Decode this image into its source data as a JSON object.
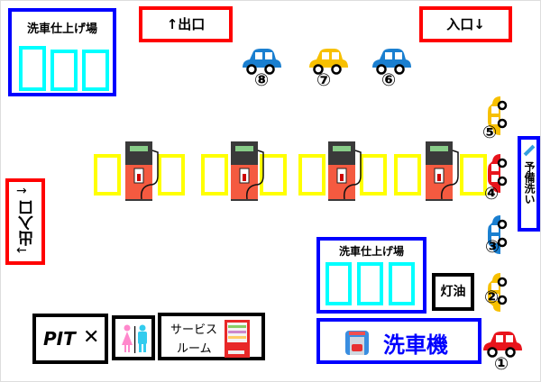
{
  "finish_area_top": {
    "title": "洗車仕上げ場"
  },
  "exit_top": {
    "label": "↑出口"
  },
  "entrance_top": {
    "label": "入口↓"
  },
  "exit_entrance_left": {
    "label": "出入口",
    "arrow_in": "→",
    "arrow_out": "←"
  },
  "pre_wash": {
    "label": "予備洗い"
  },
  "finish_area_bottom": {
    "title": "洗車仕上げ場"
  },
  "kerosene": {
    "label": "灯油"
  },
  "car_wash_machine": {
    "label": "洗車機"
  },
  "pit": {
    "label": "PIT"
  },
  "service_room": {
    "label_line1": "サービス",
    "label_line2": "ルーム"
  },
  "queue": [
    {
      "num": "①",
      "color": "#e8141c"
    },
    {
      "num": "②",
      "color": "#f7c000"
    },
    {
      "num": "③",
      "color": "#1a7fd0"
    },
    {
      "num": "④",
      "color": "#e8141c"
    },
    {
      "num": "⑤",
      "color": "#f7c000"
    },
    {
      "num": "⑥",
      "color": "#1a7fd0"
    },
    {
      "num": "⑦",
      "color": "#f7c000"
    },
    {
      "num": "⑧",
      "color": "#1a7fd0"
    }
  ]
}
